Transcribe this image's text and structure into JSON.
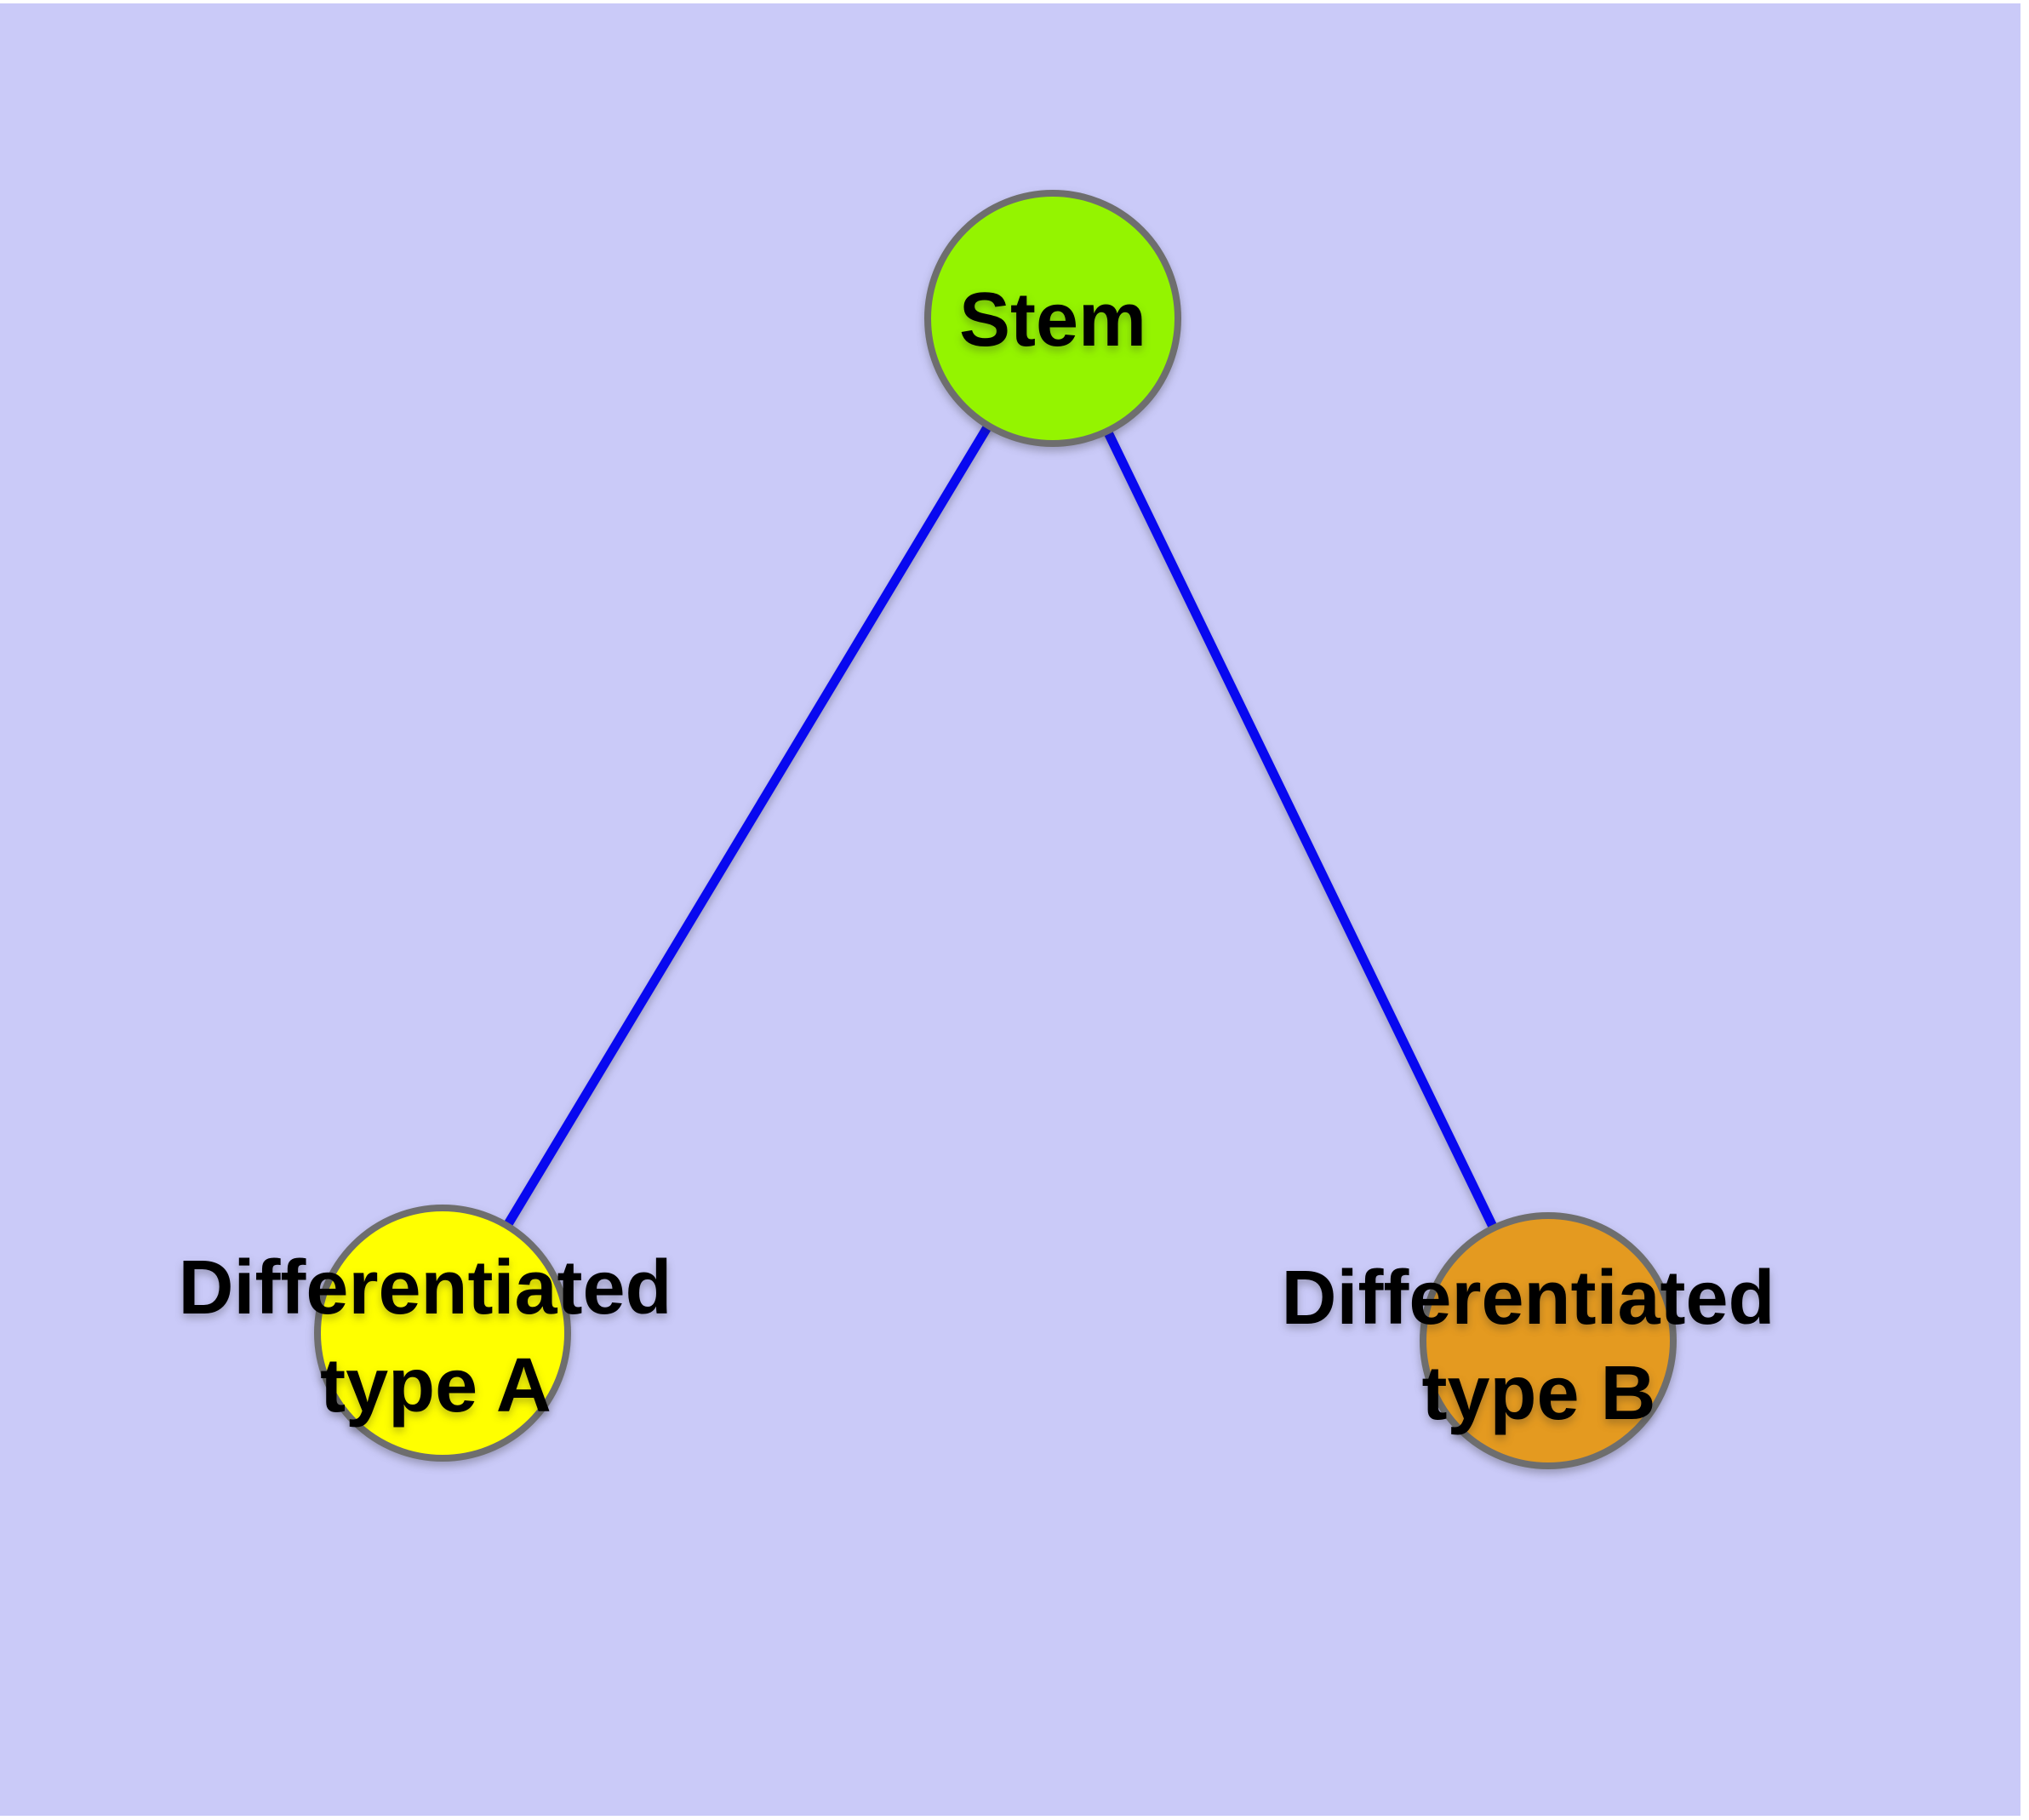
{
  "colors": {
    "canvas_margin": "#ffffff",
    "background": "#cacaf8",
    "edge": "#0808f0",
    "node_border": "#6e6e6e",
    "label_text": "#000000"
  },
  "graph": {
    "type": "node-link-diagram",
    "nodes": [
      {
        "id": "stem",
        "label": "Stem",
        "fill": "#94f400"
      },
      {
        "id": "differentiated-type-a",
        "label": "Differentiated type A",
        "label_lines": [
          "Differentiated",
          "type A"
        ],
        "fill": "#ffff00"
      },
      {
        "id": "differentiated-type-b",
        "label": "Differentiated type B",
        "label_lines": [
          "Differentiated",
          "type B"
        ],
        "fill": "#e49a20"
      }
    ],
    "edges": [
      {
        "from": "stem",
        "to": "differentiated-type-a"
      },
      {
        "from": "stem",
        "to": "differentiated-type-b"
      }
    ]
  }
}
